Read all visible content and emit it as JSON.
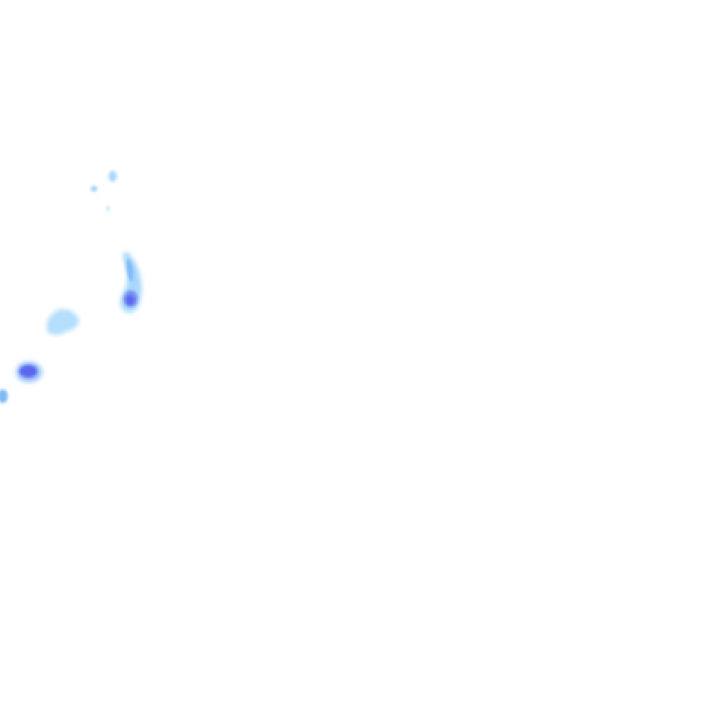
{
  "map": {
    "type": "radar-precipitation-overlay",
    "background": "#ffffff",
    "intensity_colors": {
      "light": "#a8d8fb",
      "moderate": "#7eb8f7",
      "heavy": "#5a66ef"
    },
    "echo_cells": [
      {
        "name": "echo-cell-1",
        "intensity": "light"
      },
      {
        "name": "echo-cell-2",
        "intensity": "light"
      },
      {
        "name": "echo-cell-3",
        "intensity": "light"
      },
      {
        "name": "echo-cell-4",
        "intensity": "heavy"
      },
      {
        "name": "echo-cell-5",
        "intensity": "light"
      },
      {
        "name": "echo-cell-6",
        "intensity": "heavy"
      },
      {
        "name": "echo-cell-7",
        "intensity": "moderate"
      }
    ]
  }
}
